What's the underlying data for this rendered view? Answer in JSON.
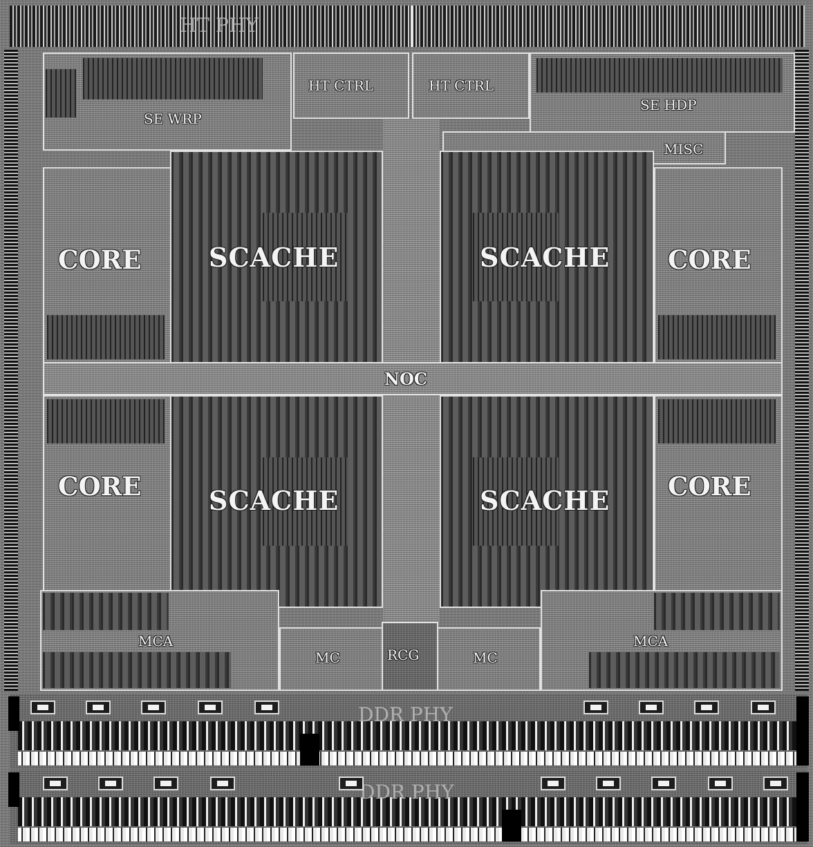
{
  "labels": {
    "top_phy": "HT PHY",
    "ht_ctrl_left": "HT CTRL",
    "ht_ctrl_right": "HT CTRL",
    "se_wrp": "SE WRP",
    "se_hdp": "SE HDP",
    "misc": "MISC",
    "core_tl": "CORE",
    "core_tr": "CORE",
    "core_bl": "CORE",
    "core_br": "CORE",
    "scache_tl": "SCACHE",
    "scache_tr": "SCACHE",
    "scache_bl": "SCACHE",
    "scache_br": "SCACHE",
    "noc": "NOC",
    "mca_left": "MCA",
    "mca_right": "MCA",
    "mc_left": "MC",
    "mc_right": "MC",
    "rcg": "RCG",
    "ddr_phy_1": "DDR PHY",
    "ddr_phy_2": "DDR PHY"
  }
}
